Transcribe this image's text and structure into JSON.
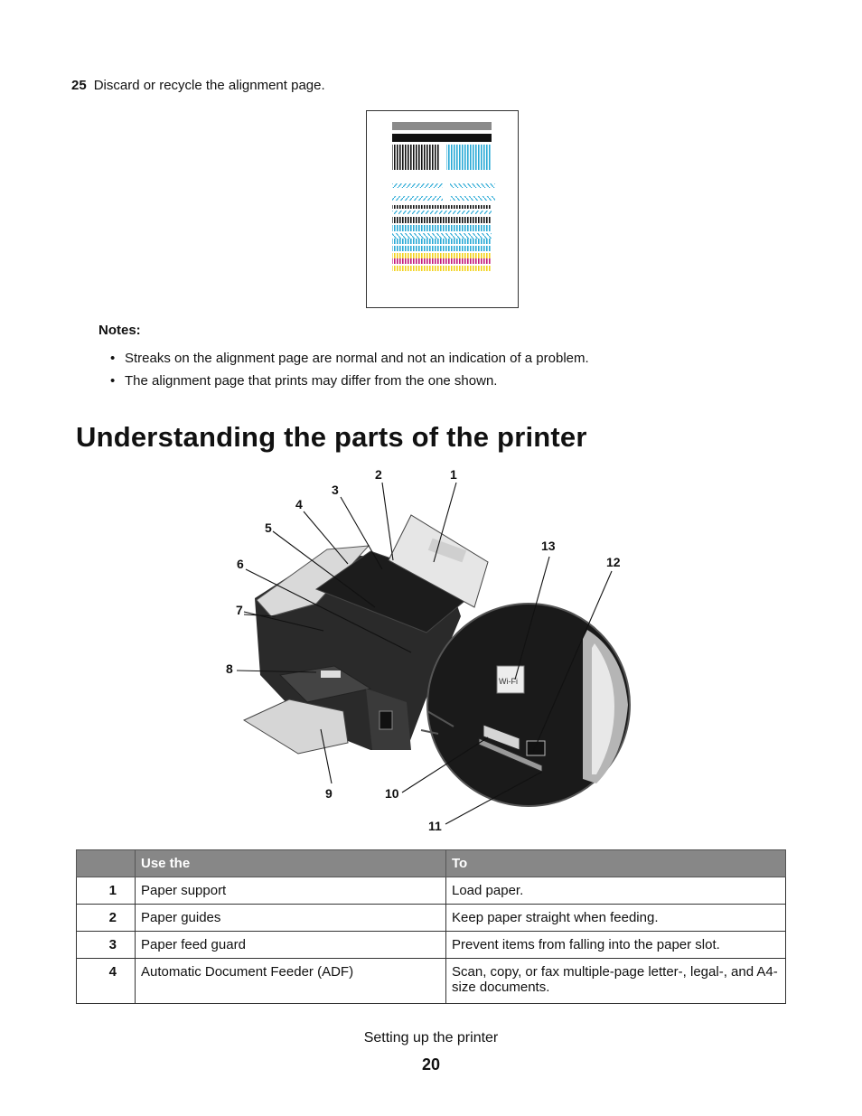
{
  "step": {
    "number": "25",
    "text": "Discard or recycle the alignment page."
  },
  "notes": {
    "heading": "Notes:",
    "items": [
      "Streaks on the alignment page are normal and not an indication of a problem.",
      "The alignment page that prints may differ from the one shown."
    ]
  },
  "section_title": "Understanding the parts of the printer",
  "callouts": [
    "1",
    "2",
    "3",
    "4",
    "5",
    "6",
    "7",
    "8",
    "9",
    "10",
    "11",
    "12",
    "13"
  ],
  "table": {
    "headers": [
      "",
      "Use the",
      "To"
    ],
    "rows": [
      {
        "num": "1",
        "part": "Paper support",
        "use": "Load paper."
      },
      {
        "num": "2",
        "part": "Paper guides",
        "use": "Keep paper straight when feeding."
      },
      {
        "num": "3",
        "part": "Paper feed guard",
        "use": "Prevent items from falling into the paper slot."
      },
      {
        "num": "4",
        "part": "Automatic Document Feeder (ADF)",
        "use": "Scan, copy, or fax multiple-page letter-, legal-, and A4-size documents."
      }
    ]
  },
  "footer": {
    "title": "Setting up the printer",
    "page": "20"
  },
  "colors": {
    "cyan": "#29a9d6",
    "magenta": "#c2187a",
    "yellow": "#f2d21b",
    "black": "#111111",
    "header_gray": "#878787"
  }
}
